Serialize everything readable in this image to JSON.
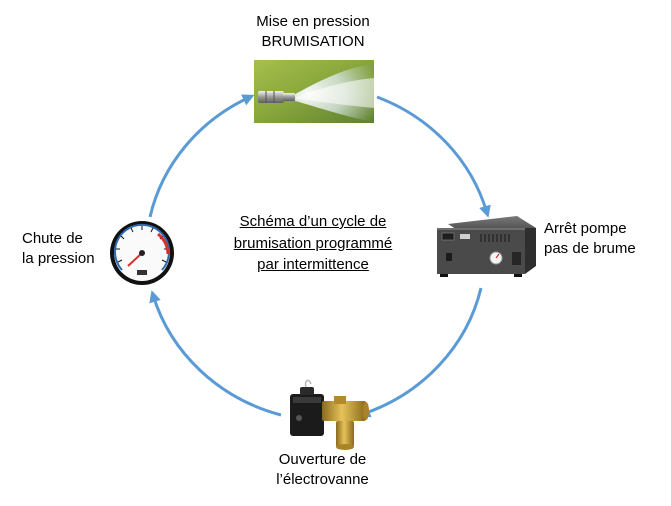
{
  "diagram": {
    "center_title": [
      "Schéma d’un cycle de",
      "brumisation programmé",
      "par intermittence"
    ],
    "steps": [
      {
        "id": "pressurization",
        "lines": [
          "Mise en pression",
          "BRUMISATION"
        ],
        "icon": "misting-nozzle-photo"
      },
      {
        "id": "pump-stop",
        "lines": [
          "Arrêt pompe",
          "pas de brume"
        ],
        "icon": "pump-unit-photo"
      },
      {
        "id": "valve-open",
        "lines": [
          "Ouverture de",
          "l’électrovanne"
        ],
        "icon": "solenoid-valve-photo"
      },
      {
        "id": "pressure-drop",
        "lines": [
          "Chute de",
          "la pression"
        ],
        "icon": "pressure-gauge-photo"
      }
    ],
    "colors": {
      "arrow": "#5b9bd5",
      "pump_body": "#4a4a4a",
      "valve_brass": "#c9a13a",
      "gauge_red": "#d9302c",
      "gauge_blue": "#2b6cb3"
    }
  }
}
